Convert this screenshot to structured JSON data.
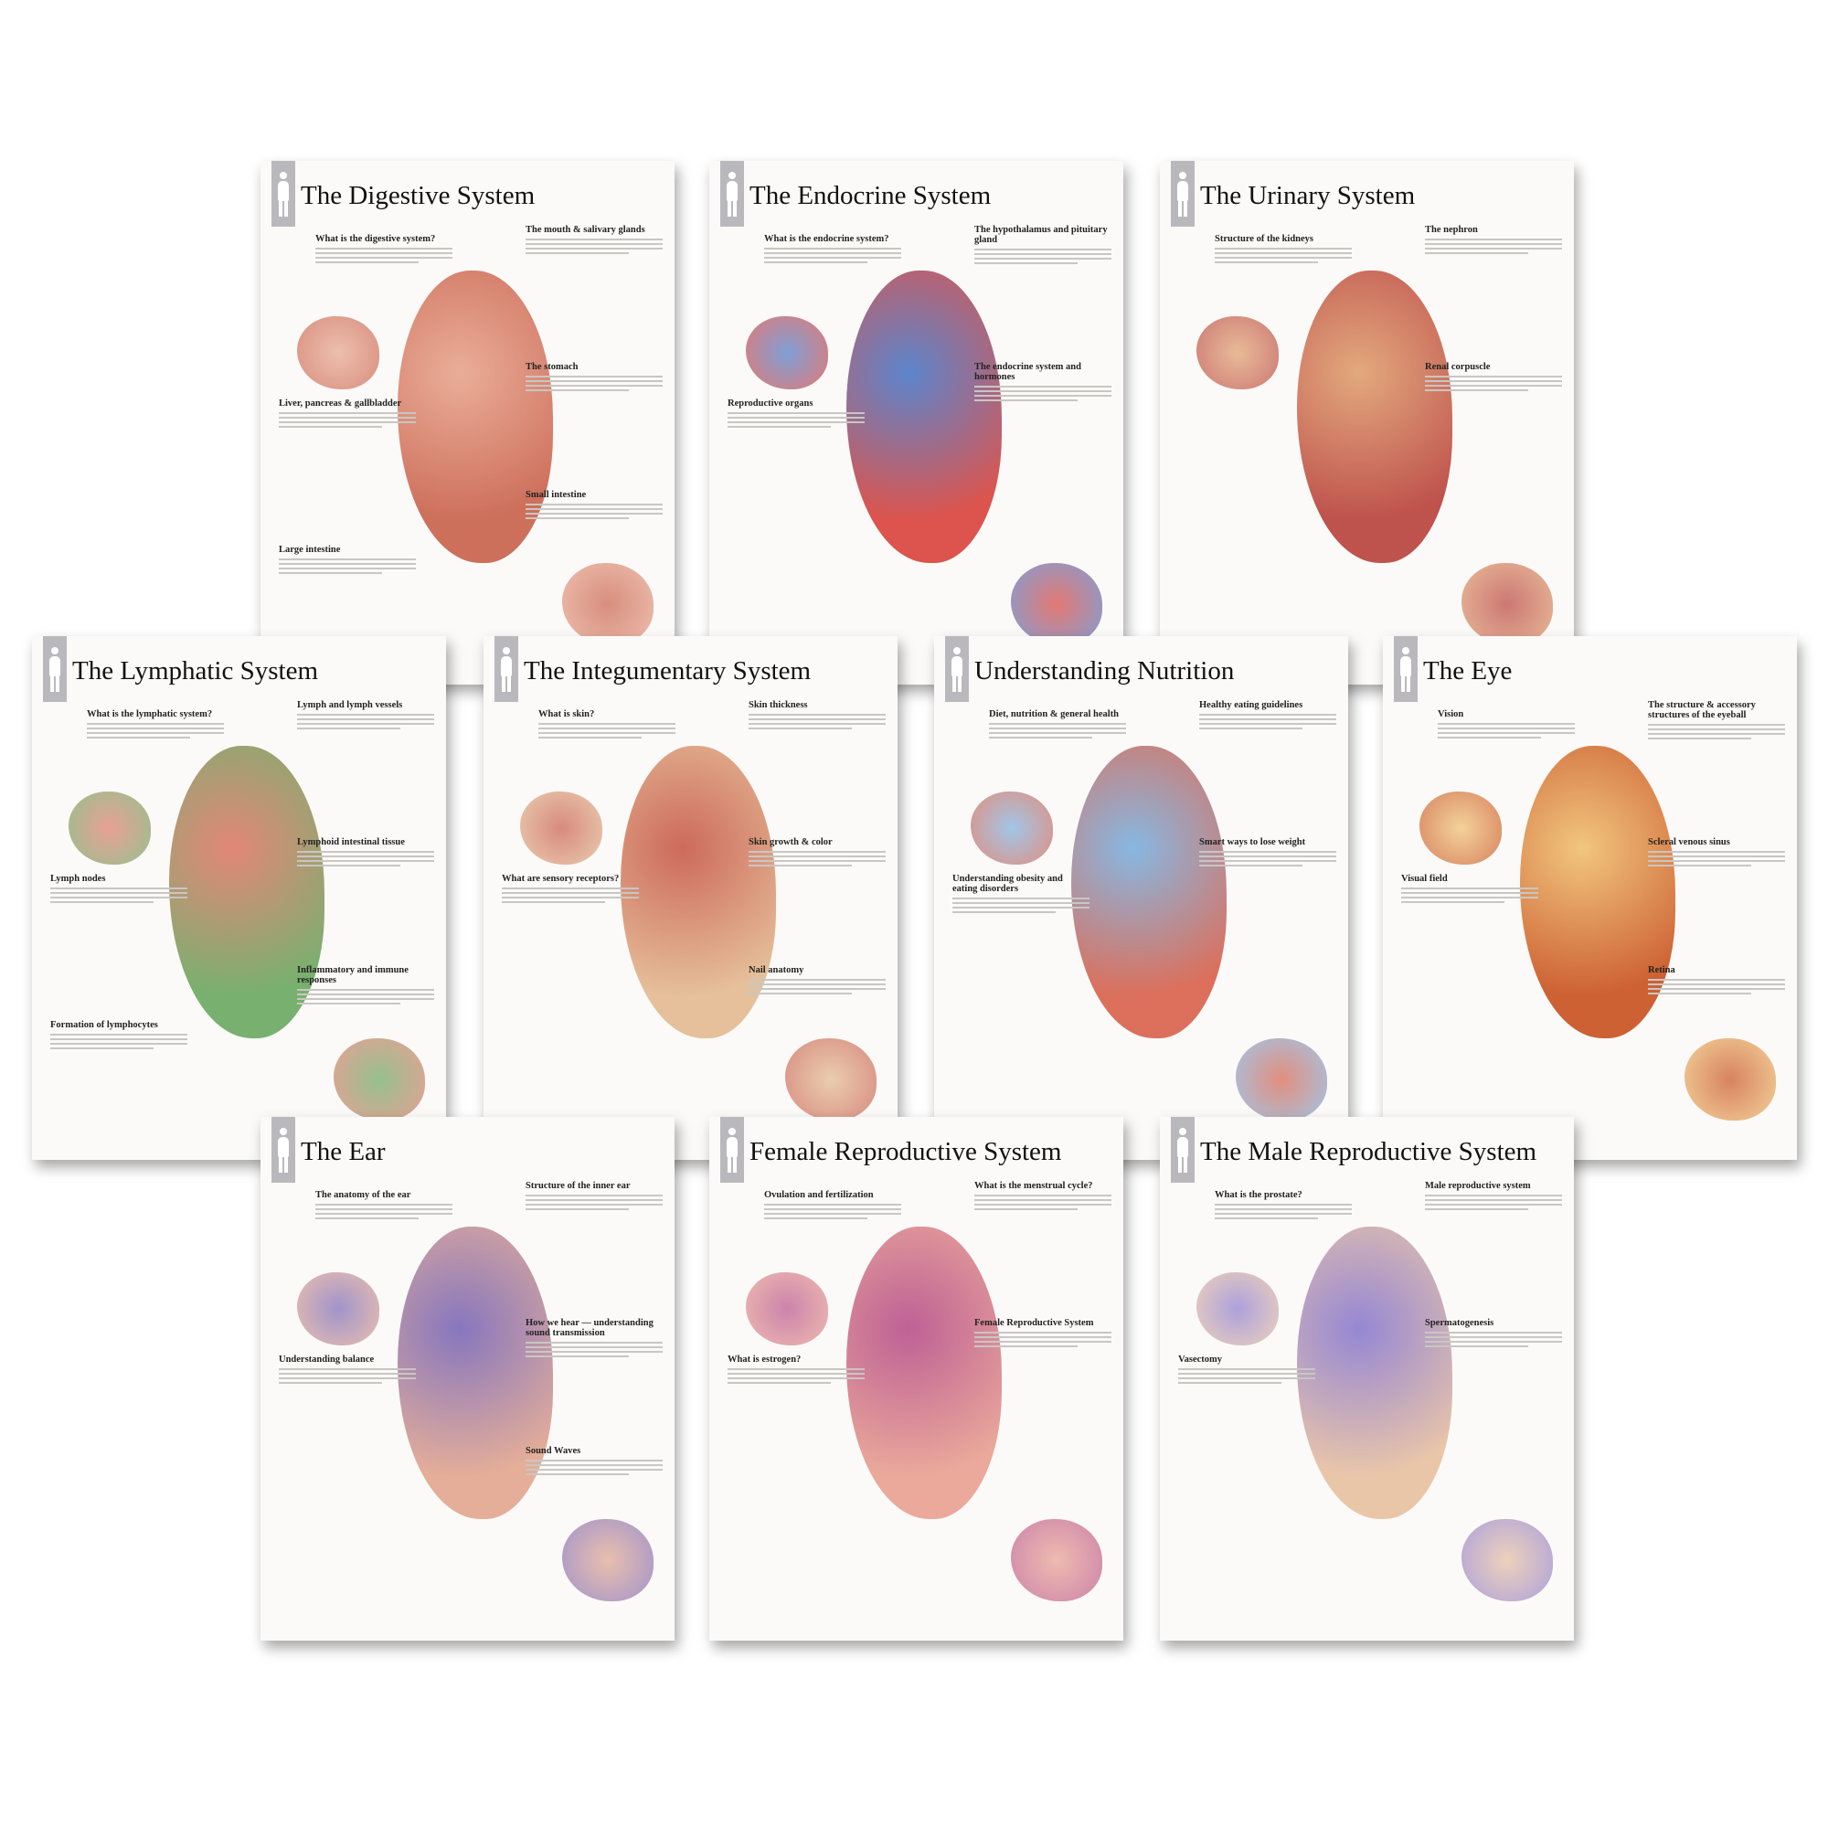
{
  "posters": [
    {
      "id": "digestive",
      "title": "The Digestive System",
      "accent": "#c8604a",
      "accent2": "#e8a58e",
      "sections": [
        "What is the digestive system?",
        "The mouth & salivary glands",
        "The stomach",
        "Liver, pancreas & gallbladder",
        "Small intestine",
        "Large intestine"
      ]
    },
    {
      "id": "endocrine",
      "title": "The Endocrine System",
      "accent": "#d9423a",
      "accent2": "#4a78c8",
      "sections": [
        "What is the endocrine system?",
        "The hypothalamus and pituitary gland",
        "The endocrine system and hormones",
        "Reproductive organs"
      ]
    },
    {
      "id": "urinary",
      "title": "The Urinary System",
      "accent": "#b8403a",
      "accent2": "#e0a070",
      "sections": [
        "Structure of the kidneys",
        "The nephron",
        "Renal corpuscle"
      ]
    },
    {
      "id": "lymphatic",
      "title": "The Lymphatic System",
      "accent": "#6aa860",
      "accent2": "#e07a6a",
      "sections": [
        "What is the lymphatic system?",
        "Lymph and lymph vessels",
        "Lymphoid intestinal tissue",
        "Lymph nodes",
        "Inflammatory and immune responses",
        "Formation of lymphocytes"
      ]
    },
    {
      "id": "integumentary",
      "title": "The Integumentary System",
      "accent": "#e3b98f",
      "accent2": "#c85a4a",
      "sections": [
        "What is skin?",
        "Skin thickness",
        "Skin growth & color",
        "What are sensory receptors?",
        "Nail anatomy"
      ]
    },
    {
      "id": "nutrition",
      "title": "Understanding Nutrition",
      "accent": "#d8604a",
      "accent2": "#7ab0e0",
      "sections": [
        "Diet, nutrition & general health",
        "Healthy eating guidelines",
        "Smart ways to lose weight",
        "Understanding obesity and eating disorders"
      ]
    },
    {
      "id": "eye",
      "title": "The Eye",
      "accent": "#c8501e",
      "accent2": "#f0c070",
      "sections": [
        "Vision",
        "The structure & accessory structures of the eyeball",
        "Scleral venous sinus",
        "Visual field",
        "Retina"
      ]
    },
    {
      "id": "ear",
      "title": "The Ear",
      "accent": "#e2a58e",
      "accent2": "#7a68b8",
      "sections": [
        "The anatomy of the ear",
        "Structure of the inner ear",
        "How we hear — understanding sound transmission",
        "Understanding balance",
        "Sound Waves"
      ]
    },
    {
      "id": "female",
      "title": "Female Reproductive System",
      "accent": "#e8a090",
      "accent2": "#b8508a",
      "sections": [
        "Ovulation and fertilization",
        "What is the menstrual cycle?",
        "Female Reproductive System",
        "What is estrogen?"
      ]
    },
    {
      "id": "male",
      "title": "The Male Reproductive System",
      "accent": "#e8c0a0",
      "accent2": "#8a7ad0",
      "sections": [
        "What is the prostate?",
        "Male reproductive system",
        "Spermatogenesis",
        "Vasectomy"
      ]
    }
  ]
}
